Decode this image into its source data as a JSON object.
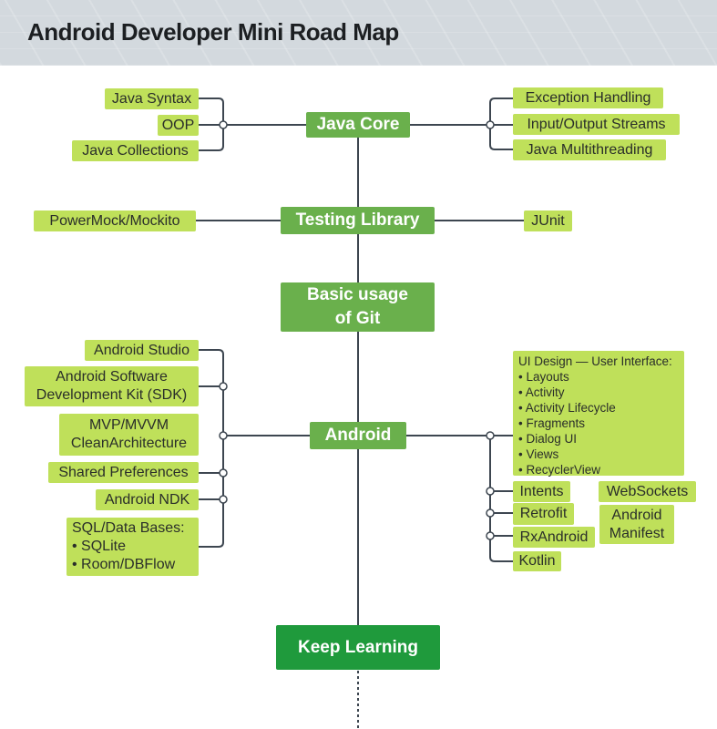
{
  "title": "Android Developer Mini Road Map",
  "colors": {
    "main": "#6ab04c",
    "leaf": "#bfe05a",
    "final": "#1f9a3c",
    "line": "#3d4650"
  },
  "java_core": {
    "label": "Java Core",
    "left": [
      "Java Syntax",
      "OOP",
      "Java Collections"
    ],
    "right": [
      "Exception Handling",
      "Input/Output Streams",
      "Java Multithreading"
    ]
  },
  "testing": {
    "label": "Testing Library",
    "left": "PowerMock/Mockito",
    "right": "JUnit"
  },
  "git": {
    "line1": "Basic usage",
    "line2": "of Git"
  },
  "android": {
    "label": "Android",
    "left": {
      "studio": "Android Studio",
      "sdk1": "Android Software",
      "sdk2": "Development Kit (SDK)",
      "arch1": "MVP/MVVM",
      "arch2": "CleanArchitecture",
      "prefs": "Shared Preferences",
      "ndk": "Android NDK",
      "sql_title": "SQL/Data Bases:",
      "sql_items": [
        "• SQLite",
        "• Room/DBFlow"
      ]
    },
    "right": {
      "ui_title": "UI Design — User Interface:",
      "ui_items": [
        "• Layouts",
        "• Activity",
        "• Activity Lifecycle",
        "• Fragments",
        "• Dialog UI",
        "• Views",
        "• RecyclerView"
      ],
      "intents": "Intents",
      "retrofit": "Retrofit",
      "rxandroid": "RxAndroid",
      "kotlin": "Kotlin",
      "websockets": "WebSockets",
      "manifest1": "Android",
      "manifest2": "Manifest"
    }
  },
  "final": "Keep Learning"
}
